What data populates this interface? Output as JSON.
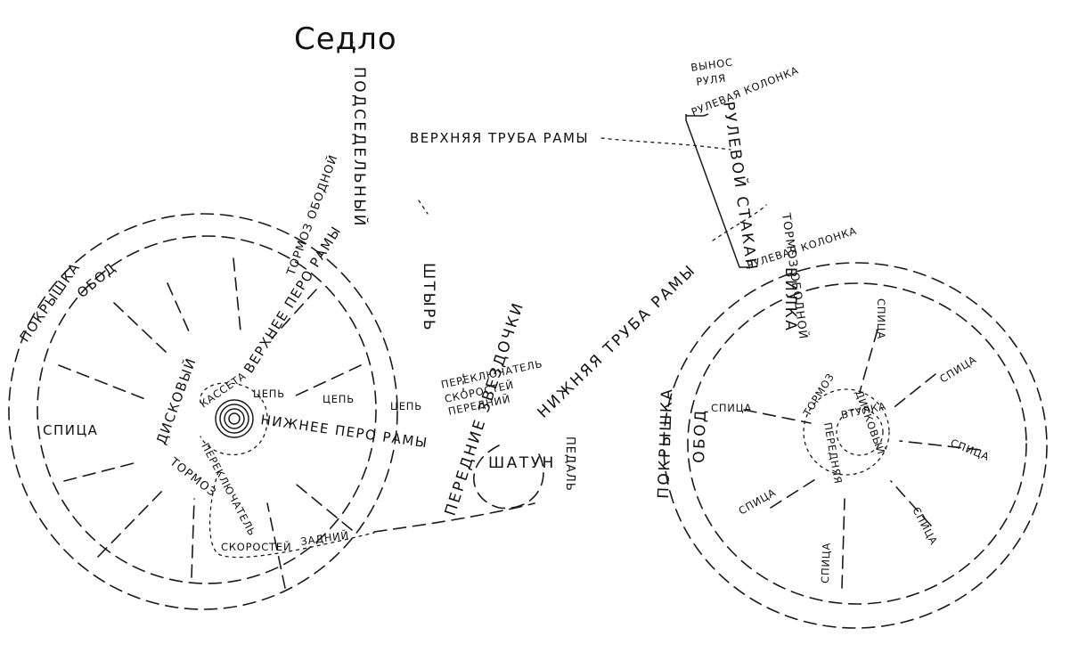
{
  "title": "Седло",
  "labels": {
    "seatpost": "ПОДСЕДЕЛЬНЫЙ",
    "seat_stays_piece": "ШТЫРЬ",
    "top_tube": "ВЕРХНЯЯ ТРУБА РАМЫ",
    "stem": "ВЫНОС",
    "stem_2": "РУЛЯ",
    "headset_top": "РУЛЕВАЯ КОЛОНКА",
    "head_tube": "РУЛЕВОЙ СТАКАН",
    "headset_bottom": "РУЛЕВАЯ КОЛОНКА",
    "fork": "ВИЛКА",
    "rim_brake_front": "ТОРМОЗ ОБОДНОЙ",
    "rim_brake_rear": "ТОРМОЗ ОБОДНОЙ",
    "seat_stay": "ВЕРХНЕЕ ПЕРО РАМЫ",
    "tire_rear": "ПОКРЫШКА",
    "rim_rear": "ОБОД",
    "spoke_rear": "СПИЦА",
    "disc_rear": "ДИСКОВЫЙ",
    "brake_rear": "ТОРМОЗ",
    "cassette": "КАССЕТА",
    "chain_1": "ЦЕПЬ",
    "chain_2": "ЦЕПЬ",
    "chain_3": "ЦЕПЬ",
    "chain_stay": "НИЖНЕЕ ПЕРО РАМЫ",
    "rear_derailleur": "ПЕРЕКЛЮЧАТЕЛЬ",
    "rear_derailleur_2": "СКОРОСТЕЙ",
    "rear_derailleur_3": "ЗАДНИЙ",
    "front_derailleur": "ПЕРЕКЛЮЧАТЕЛЬ",
    "front_derailleur_2": "СКОРОСТЕЙ",
    "front_derailleur_3": "ПЕРЕДНИЙ",
    "down_tube": "НИЖНЯЯ ТРУБА РАМЫ",
    "chainring": "ПЕРЕДНИЕ ЗВЕЗДОЧКИ",
    "crank": "ШАТУН",
    "pedal": "ПЕДАЛЬ",
    "tire_front": "ПОКРЫШКА",
    "rim_front": "ОБОД",
    "spoke_front_1": "СПИЦА",
    "spoke_front_2": "СПИЦА",
    "spoke_front_3": "СПИЦА",
    "spoke_front_4": "СПИЦА",
    "spoke_front_5": "СПИЦА",
    "spoke_front_6": "СПИЦА",
    "spoke_front_7": "СПИЦА",
    "disc_front_1": "ТОРМОЗ",
    "disc_front_2": "ДИСКОВЫЙ",
    "hub_front": "ВТУЛКА",
    "hub_front_2": "ПЕРЕДНЯЯ"
  }
}
